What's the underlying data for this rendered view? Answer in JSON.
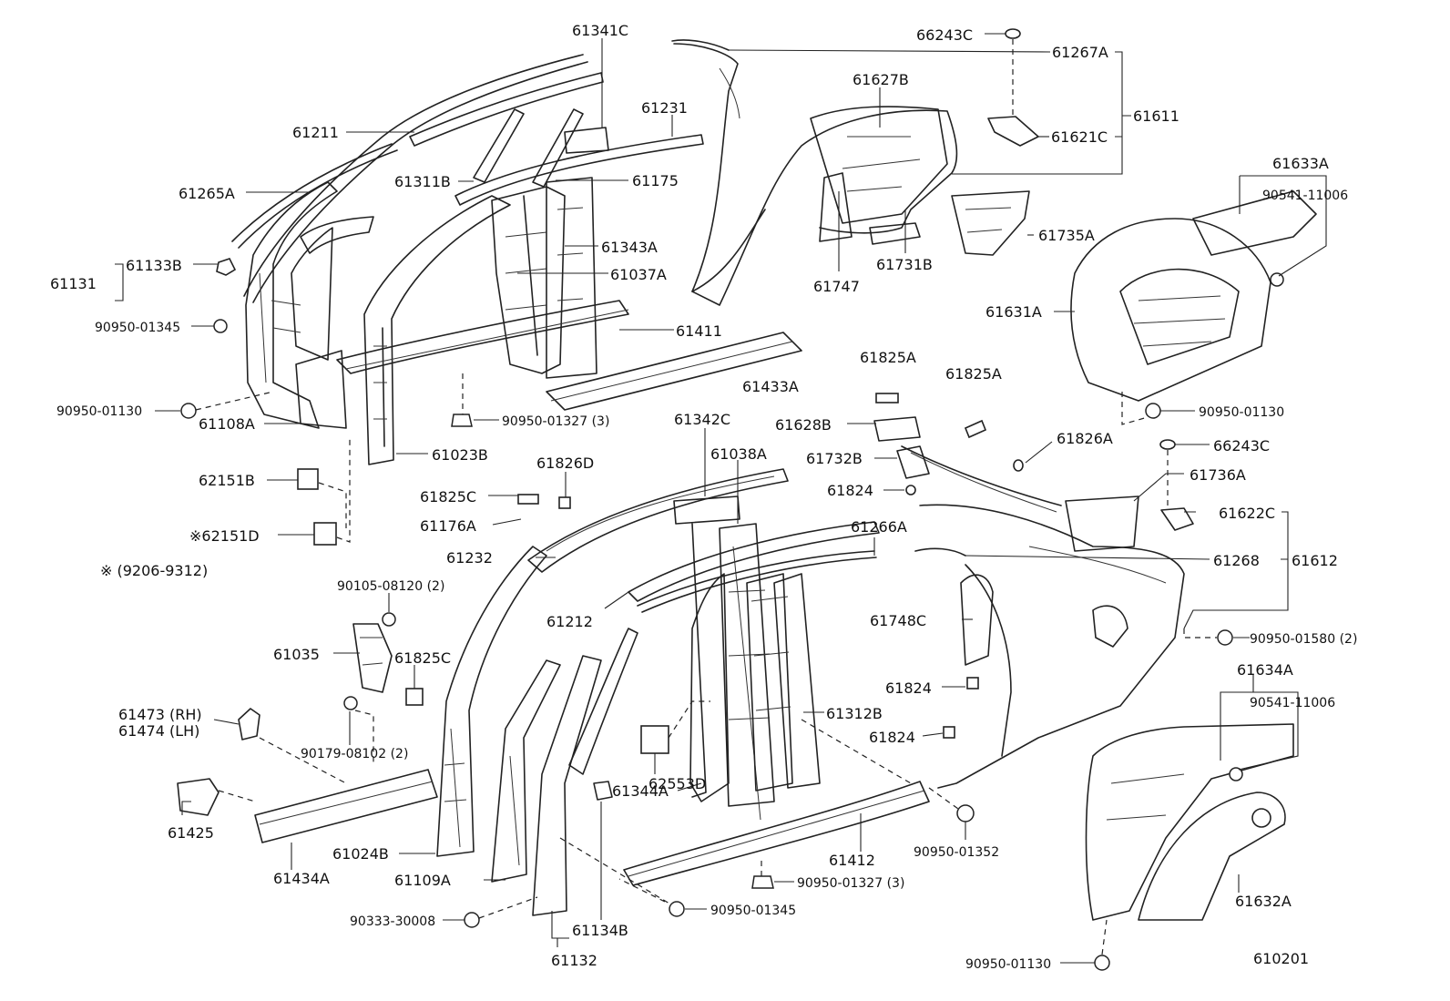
{
  "labels": {
    "l61341C": "61341C",
    "l66243C_top": "66243C",
    "l61267A": "61267A",
    "l61627B": "61627B",
    "l61211": "61211",
    "l61231": "61231",
    "l61611": "61611",
    "l61621C": "61621C",
    "l61311B": "61311B",
    "l61175": "61175",
    "l61265A": "61265A",
    "l61633A": "61633A",
    "l90541_11006_top": "90541-11006",
    "l61735A": "61735A",
    "l61343A": "61343A",
    "l61133B": "61133B",
    "l61131": "61131",
    "l61037A": "61037A",
    "l61731B": "61731B",
    "l61747": "61747",
    "l61631A": "61631A",
    "l90950_01345_top": "90950-01345",
    "l61411": "61411",
    "l61433A": "61433A",
    "l61825A_1": "61825A",
    "l61825A_2": "61825A",
    "l90950_01130_left": "90950-01130",
    "l90950_01130_right": "90950-01130",
    "l90950_01327_top": "90950-01327 (3)",
    "l61108A": "61108A",
    "l61342C": "61342C",
    "l61628B": "61628B",
    "l61826A": "61826A",
    "l66243C_mid": "66243C",
    "l61038A": "61038A",
    "l61023B": "61023B",
    "l61732B": "61732B",
    "l61826D": "61826D",
    "l61736A": "61736A",
    "l62151B": "62151B",
    "l61825C_top": "61825C",
    "l61824_1": "61824",
    "l61622C": "61622C",
    "l61176A": "61176A",
    "l61266A": "61266A",
    "l62151D": "※62151D",
    "l61232": "61232",
    "l61268": "61268",
    "l61612": "61612",
    "l9206_9312": "※ (9206-9312)",
    "l90105_08120": "90105-08120 (2)",
    "l61212": "61212",
    "l61748C": "61748C",
    "l90950_01580": "90950-01580 (2)",
    "l61035": "61035",
    "l61825C_mid": "61825C",
    "l61634A": "61634A",
    "l61824_2": "61824",
    "l90541_11006_bot": "90541-11006",
    "l61473": "61473 (RH)",
    "l61474": "61474 (LH)",
    "l61312B": "61312B",
    "l61824_3": "61824",
    "l90179_08102": "90179-08102 (2)",
    "l62553D": "62553D",
    "l61344A": "61344A",
    "l61425": "61425",
    "l61024B": "61024B",
    "l61412": "61412",
    "l90950_01352": "90950-01352",
    "l61434A": "61434A",
    "l61109A": "61109A",
    "l90950_01327_bot": "90950-01327 (3)",
    "l61632A": "61632A",
    "l90333_30008": "90333-30008",
    "l90950_01345_bot": "90950-01345",
    "l61134B": "61134B",
    "l61132": "61132",
    "l90950_01130_bot": "90950-01130",
    "l610201": "610201"
  }
}
